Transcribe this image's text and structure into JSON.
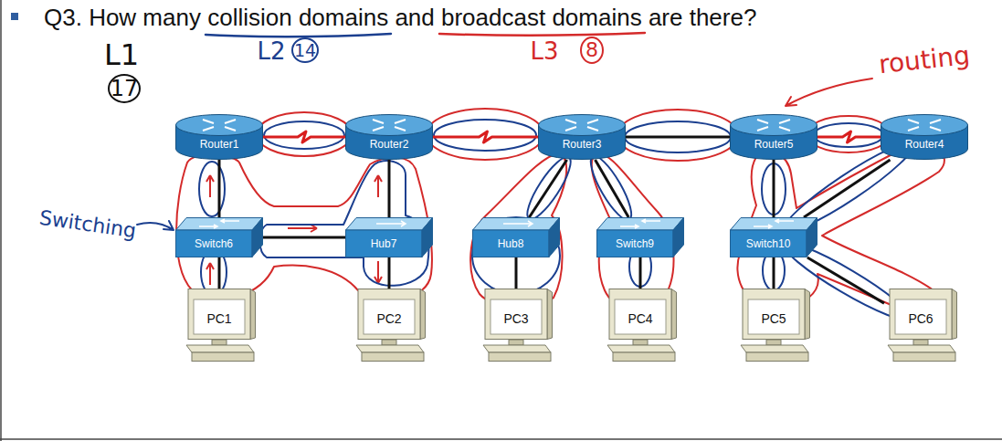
{
  "diagram": {
    "title": "Q3. How many collision domains and broadcast domains are there?",
    "nodes": [
      {
        "text": [
          "Router1"
        ]
      },
      {
        "text": [
          "Router2"
        ]
      },
      {
        "text": [
          "Router3"
        ]
      },
      {
        "text": [
          "Router5"
        ]
      },
      {
        "text": [
          "Router4"
        ]
      },
      {
        "text": [
          "Switch6"
        ]
      },
      {
        "text": [
          "Hub7"
        ]
      },
      {
        "text": [
          "Hub8"
        ]
      },
      {
        "text": [
          "Switch9"
        ]
      },
      {
        "text": [
          "Switch10"
        ]
      },
      {
        "text": [
          "PC1"
        ]
      },
      {
        "text": [
          "PC2"
        ]
      },
      {
        "text": [
          "PC3"
        ]
      },
      {
        "text": [
          "PC4"
        ]
      },
      {
        "text": [
          "PC5"
        ]
      },
      {
        "text": [
          "PC6"
        ]
      }
    ],
    "edges": [
      {
        "from": 0,
        "to": 1,
        "arrow": "none"
      },
      {
        "from": 1,
        "to": 2,
        "arrow": "none"
      },
      {
        "from": 2,
        "to": 3,
        "arrow": "none"
      },
      {
        "from": 3,
        "to": 4,
        "arrow": "none"
      },
      {
        "from": 0,
        "to": 5,
        "arrow": "none"
      },
      {
        "from": 1,
        "to": 6,
        "arrow": "none"
      },
      {
        "from": 5,
        "to": 6,
        "arrow": "none"
      },
      {
        "from": 2,
        "to": 7,
        "arrow": "none"
      },
      {
        "from": 2,
        "to": 8,
        "arrow": "none"
      },
      {
        "from": 3,
        "to": 9,
        "arrow": "none"
      },
      {
        "from": 4,
        "to": 9,
        "arrow": "none"
      },
      {
        "from": 5,
        "to": 10,
        "arrow": "none"
      },
      {
        "from": 6,
        "to": 11,
        "arrow": "none"
      },
      {
        "from": 7,
        "to": 12,
        "arrow": "none"
      },
      {
        "from": 8,
        "to": 13,
        "arrow": "none"
      },
      {
        "from": 9,
        "to": 14,
        "arrow": "none"
      },
      {
        "from": 9,
        "to": 15,
        "arrow": "none"
      }
    ],
    "labels": [
      "L1",
      "17",
      "L2",
      "14",
      "L3",
      "8",
      "routing",
      "Switching"
    ]
  }
}
